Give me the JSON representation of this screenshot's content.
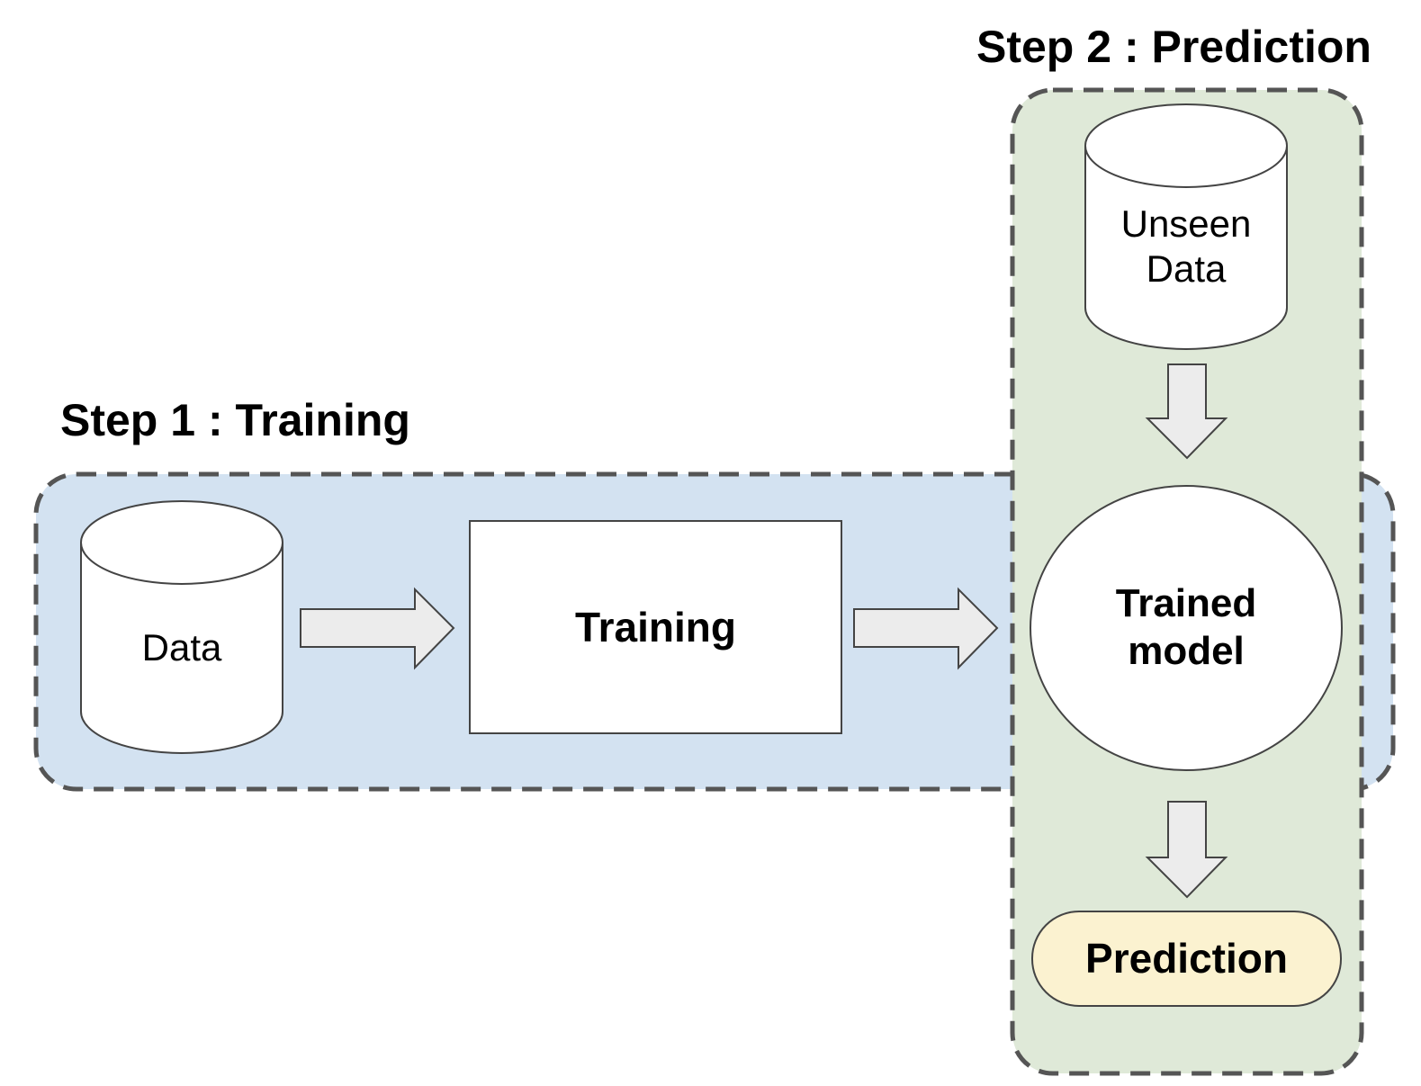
{
  "steps": {
    "training": {
      "title": "Step 1 : Training",
      "fill": "#d3e2f1"
    },
    "prediction": {
      "title": "Step 2 : Prediction",
      "fill": "#dfe9d8"
    }
  },
  "nodes": {
    "data": {
      "label": "Data"
    },
    "training": {
      "label": "Training"
    },
    "trained_model": {
      "line1": "Trained",
      "line2": "model"
    },
    "unseen_data": {
      "line1": "Unseen",
      "line2": "Data"
    },
    "prediction": {
      "label": "Prediction",
      "fill": "#fbf2d0"
    }
  },
  "colors": {
    "border_dashed": "#555555",
    "shape_stroke": "#444444",
    "shape_fill": "#ffffff",
    "arrow_fill": "#ececec"
  }
}
